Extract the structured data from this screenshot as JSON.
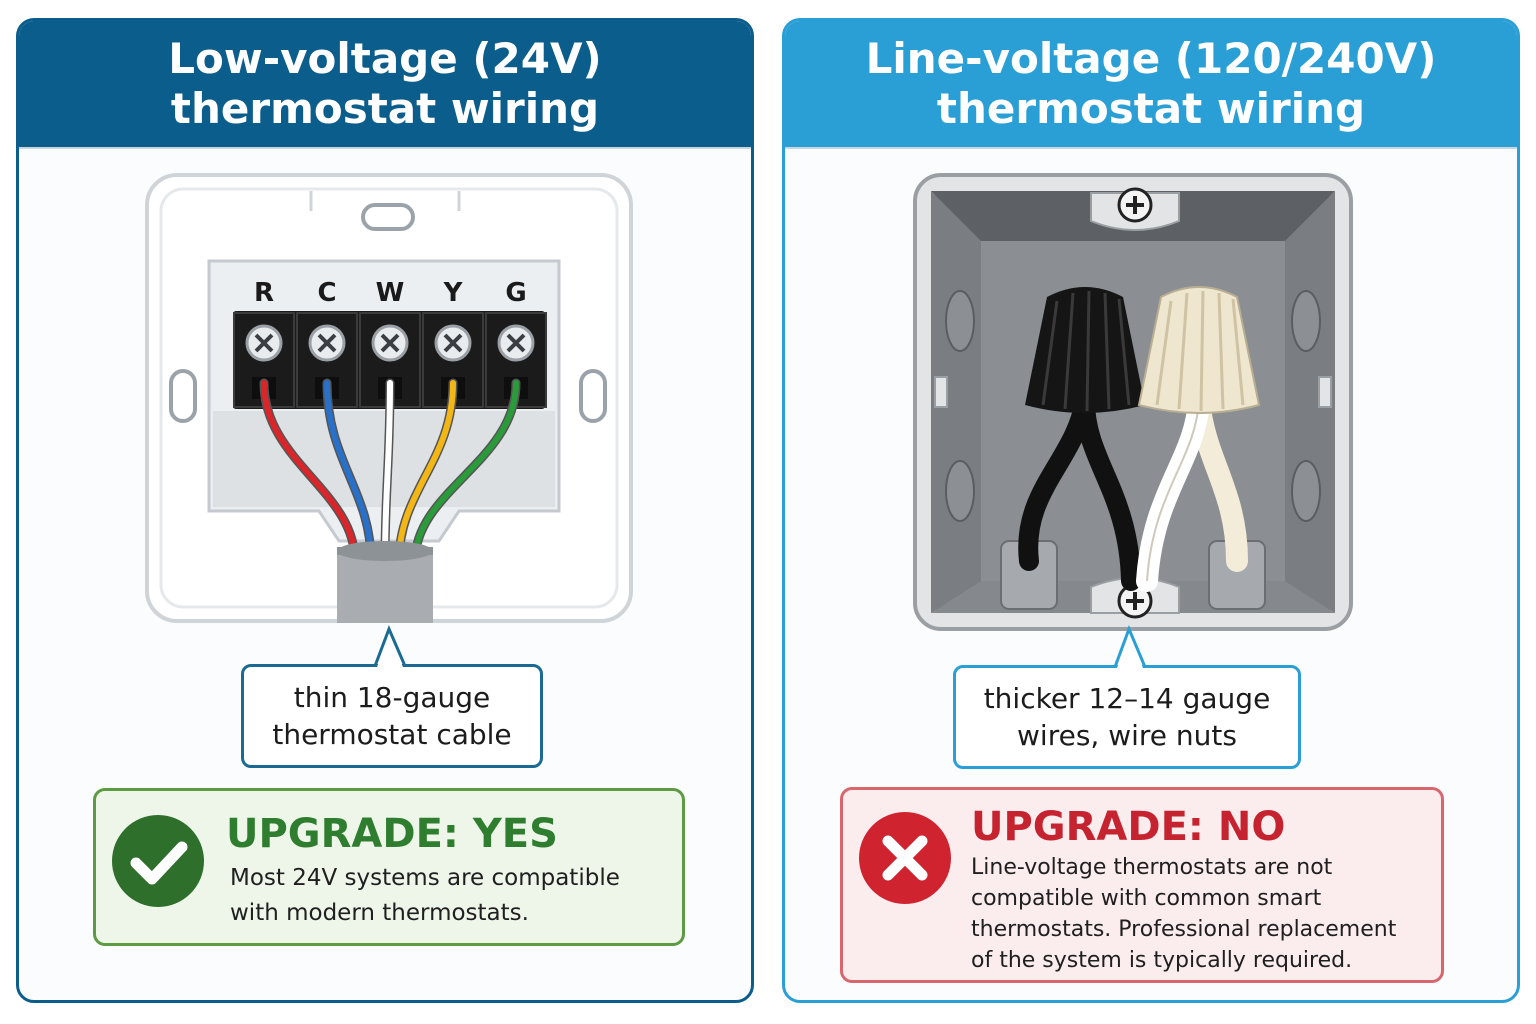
{
  "left_panel": {
    "title_line1": "Low-voltage (24V)",
    "title_line2": "thermostat wiring",
    "terminals": [
      {
        "label": "R",
        "wire_color": "#d9262b"
      },
      {
        "label": "C",
        "wire_color": "#2870c8"
      },
      {
        "label": "W",
        "wire_color": "#ffffff"
      },
      {
        "label": "Y",
        "wire_color": "#f2b617"
      },
      {
        "label": "G",
        "wire_color": "#2a9a3a"
      }
    ],
    "callout_line1": "thin 18-gauge",
    "callout_line2": "thermostat cable",
    "status": {
      "icon": "check-circle-icon",
      "title": "UPGRADE: YES",
      "body_line1": "Most 24V systems are compatible",
      "body_line2": "with modern thermostats.",
      "accent_color": "#2f7d2e"
    }
  },
  "right_panel": {
    "title_line1": "Line-voltage (120/240V)",
    "title_line2": "thermostat wiring",
    "wire_nuts": [
      {
        "name": "black",
        "color": "#1a1a1a"
      },
      {
        "name": "white",
        "color": "#efe6cf"
      }
    ],
    "callout_line1": "thicker 12–14 gauge",
    "callout_line2": "wires, wire nuts",
    "status": {
      "icon": "x-circle-icon",
      "title": "UPGRADE: NO",
      "body_line1": "Line-voltage thermostats are not",
      "body_line2": "compatible with common smart",
      "body_line3": "thermostats. Professional replacement",
      "body_line4": "of the system is typically required.",
      "accent_color": "#c5232f"
    }
  }
}
